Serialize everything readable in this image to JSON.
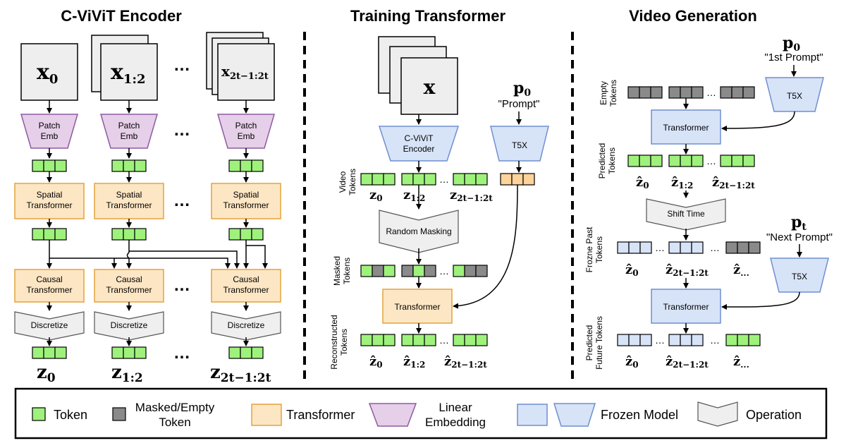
{
  "colors": {
    "token": "#9ef27c",
    "masked": "#8a8a8a",
    "transformer": "#fde6c4",
    "transformer_border": "#e3a43a",
    "embed": "#e6cfe9",
    "embed_border": "#8e5aa0",
    "frozen": "#d7e3f7",
    "frozen_border": "#6f8fcf",
    "operation": "#efefef",
    "prompt_token": "#fcd39b"
  },
  "panels": {
    "encoder": {
      "title": "C-ViViT Encoder",
      "inputs": [
        "x",
        "x",
        "x"
      ],
      "input_subs": [
        "0",
        "1:2",
        "2t−1:2t"
      ],
      "patch_emb": "Patch\nEmb",
      "spatial": "Spatial\nTransformer",
      "causal": "Causal\nTransformer",
      "discretize": "Discretize",
      "outputs": [
        "z",
        "z",
        "z"
      ],
      "output_subs": [
        "0",
        "1:2",
        "2t−1:2t"
      ],
      "ellipsis": "…"
    },
    "training": {
      "title": "Training Transformer",
      "input": "x",
      "prompt_symbol": "p",
      "prompt_sub": "0",
      "prompt_text": "\"Prompt\"",
      "encoder": "C-ViViT\nEncoder",
      "t5x": "T5X",
      "video_tokens": "Video\nTokens",
      "random_masking": "Random Masking",
      "masked_tokens": "Masked\nTokens",
      "transformer": "Transformer",
      "reconstructed_tokens": "Reconstructed\nTokens",
      "z_labels": [
        "0",
        "1:2",
        "2t−1:2t"
      ]
    },
    "generation": {
      "title": "Video Generation",
      "p0_symbol": "p",
      "p0_sub": "0",
      "first_prompt": "\"1st Prompt\"",
      "empty_tokens": "Empty\nTokens",
      "t5x": "T5X",
      "transformer": "Transformer",
      "predicted_tokens": "Predicted\nTokens",
      "shift_time": "Shift Time",
      "pt_symbol": "p",
      "pt_sub": "t",
      "next_prompt": "\"Next Prompt\"",
      "frozen_past": "Frozne Past\nTokens",
      "predicted_future": "Predicted\nFuture Tokens",
      "z_labels_a": [
        "0",
        "1:2",
        "2t−1:2t"
      ],
      "z_labels_b": [
        "0",
        "2t−1:2t",
        "..."
      ]
    }
  },
  "legend": {
    "token": "Token",
    "masked": "Masked/Empty\nToken",
    "transformer": "Transformer",
    "linear": "Linear\nEmbedding",
    "frozen": "Frozen Model",
    "operation": "Operation"
  }
}
